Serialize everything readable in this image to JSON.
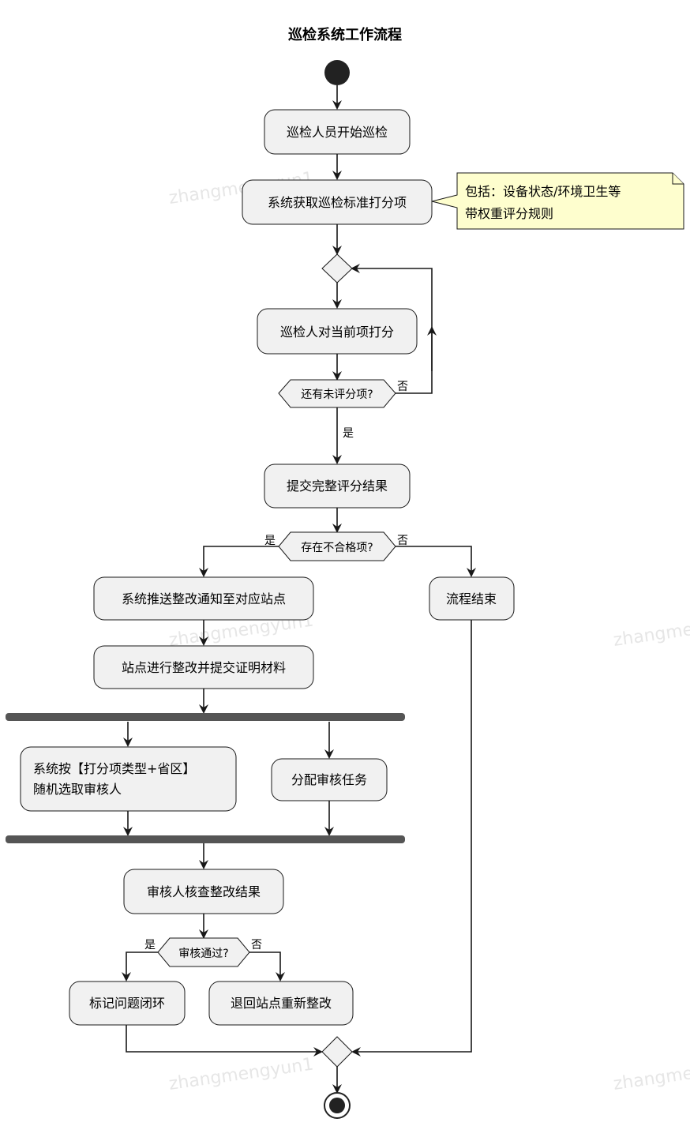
{
  "title": "巡检系统工作流程",
  "watermark": "zhangmengyun1",
  "nodes": {
    "start_inspection": "巡检人员开始巡检",
    "fetch_items": "系统获取巡检标准打分项",
    "score_item": "巡检人对当前项打分",
    "submit_result": "提交完整评分结果",
    "push_notice": "系统推送整改通知至对应站点",
    "flow_end": "流程结束",
    "station_rectify": "站点进行整改并提交证明材料",
    "random_reviewer_line1": "系统按【打分项类型+省区】",
    "random_reviewer_line2": "随机选取审核人",
    "assign_task": "分配审核任务",
    "review_check": "审核人核查整改结果",
    "mark_closed": "标记问题闭环",
    "return_station": "退回站点重新整改"
  },
  "note": {
    "line1": "包括：设备状态/环境卫生等",
    "line2": "带权重评分规则"
  },
  "decisions": {
    "more_items": "还有未评分项?",
    "has_unqualified": "存在不合格项?",
    "review_passed": "审核通过?"
  },
  "labels": {
    "yes": "是",
    "no": "否"
  },
  "colors": {
    "node_fill": "#f1f1f1",
    "line": "#181818",
    "note_fill": "#fefece",
    "bar": "#555555"
  }
}
